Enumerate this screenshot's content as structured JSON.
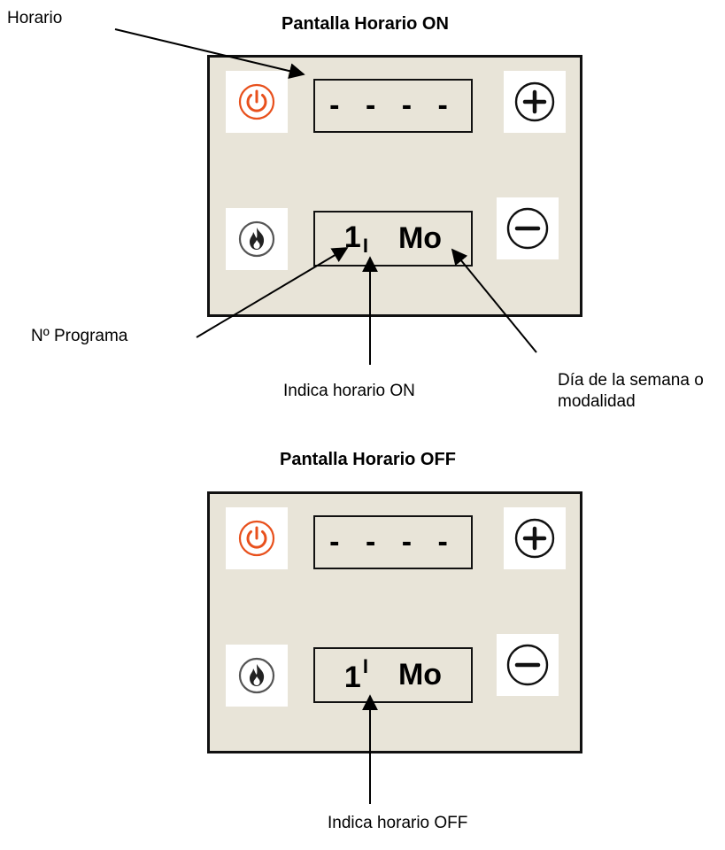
{
  "callouts": {
    "horario": "Horario",
    "n_programa": "Nº Programa",
    "indica_on": "Indica horario ON",
    "dia_semana": "Día de la semana o modalidad",
    "indica_off": "Indica horario OFF"
  },
  "panels": [
    {
      "title": "Pantalla Horario ON",
      "top_display": "- - - -",
      "program_number": "1",
      "program_marker": "I",
      "day": "Mo"
    },
    {
      "title": "Pantalla Horario OFF",
      "top_display": "- - - -",
      "program_number": "1",
      "program_marker": "I",
      "day": "Mo"
    }
  ],
  "icons": {
    "power": "power-icon",
    "flame": "flame-icon",
    "plus": "plus-icon",
    "minus": "minus-icon"
  },
  "colors": {
    "panel_bg": "#e8e4d8",
    "power_orange": "#e8501c",
    "outline": "#111111"
  }
}
